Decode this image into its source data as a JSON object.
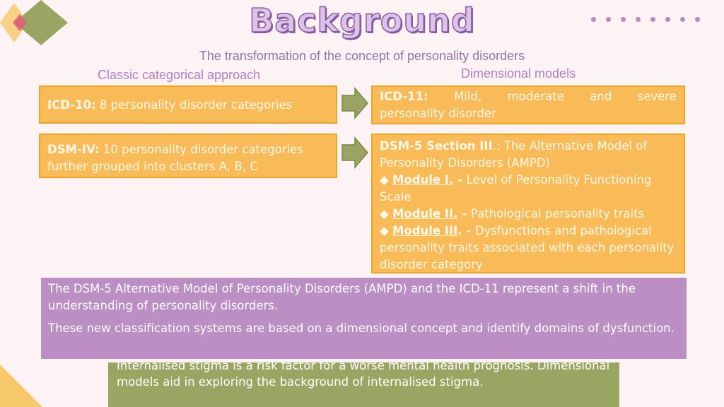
{
  "title": "Background",
  "subtitle": "The transformation of the concept of personality disorders",
  "columns": {
    "left": "Classic categorical approach",
    "right": "Dimensional models"
  },
  "icd10": {
    "label": "ICD-10:",
    "text": "8 personality disorder categories"
  },
  "dsm4": {
    "label": "DSM-IV:",
    "text": "10 personality disorder categories further grouped into clusters A, B, C"
  },
  "icd11": {
    "label": "ICD-11:",
    "words": [
      "Mild,",
      "moderate",
      "and",
      "severe"
    ],
    "line2": "personality disorder"
  },
  "dsm5": {
    "label": "DSM-5 Section III",
    "intro": ".: The Alternative Model of Personality Disorders (AMPD)",
    "modules": [
      {
        "bullet": "◆",
        "name": "Module I.",
        "sep": " - ",
        "text": "Level of Personality Functioning Scale"
      },
      {
        "bullet": "◆",
        "name": "Module II.",
        "sep": " - ",
        "text": "Pathological personality traits"
      },
      {
        "bullet": "◆",
        "name": "Module III",
        "sep": ". - ",
        "text": "Dysfunctions and pathological personality traits associated with each personality disorder category"
      }
    ]
  },
  "summary": {
    "p1": "The DSM-5 Alternative Model of Personality Disorders (AMPD) and the ICD-11 represent a shift in the understanding of personality disorders.",
    "p2": "These new classification systems are based on a dimensional concept and identify domains of dysfunction."
  },
  "green": {
    "text": "Internalised stigma is a risk factor for a worse mental health prognosis. Dimensional models aid in exploring the background of internalised stigma."
  },
  "colors": {
    "background": "#fdf2f4",
    "orange_box": "#f8bb57",
    "purple_box": "#bb8ec4",
    "green_box": "#99a562",
    "arrow": "#9aa564"
  }
}
